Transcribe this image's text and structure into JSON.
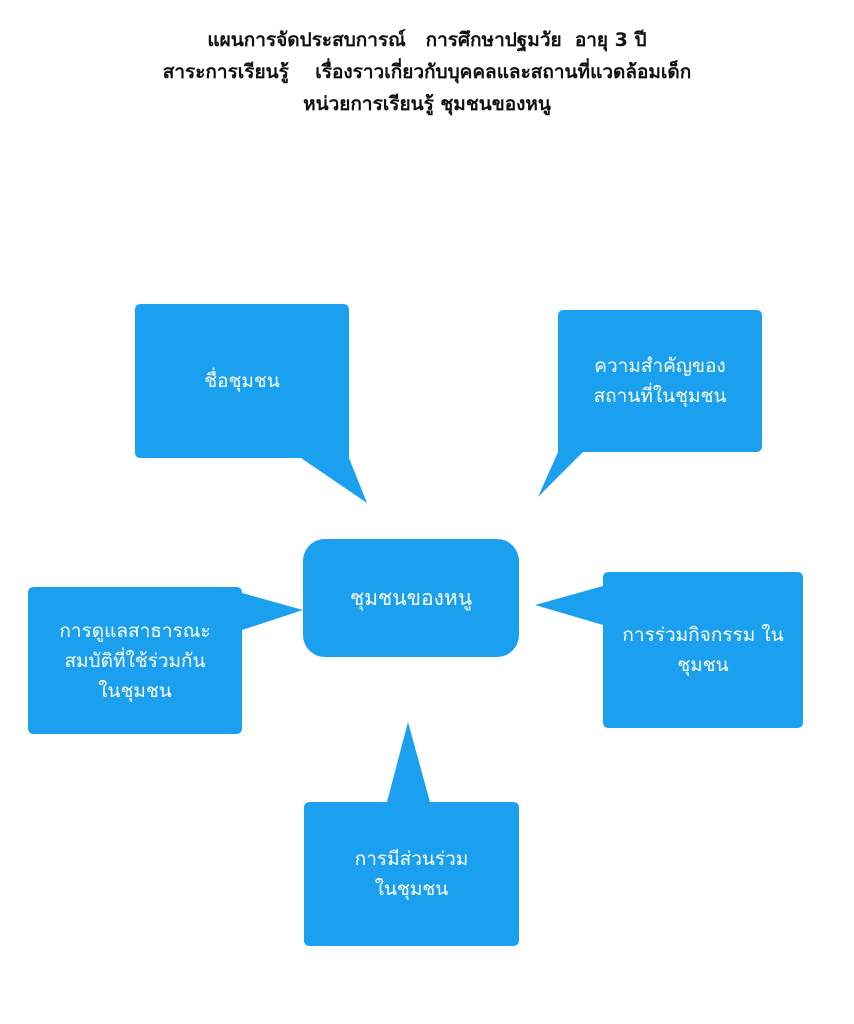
{
  "header": {
    "line1": "แผนการจัดประสบการณ์   การศึกษาปฐมวัย  อายุ 3 ปี",
    "line2": "สาระการเรียนรู้    เรื่องราวเกี่ยวกับบุคคลและสถานที่แวดล้อมเด็ก",
    "line3": "หน่วยการเรียนรู้ ชุมชนของหนู"
  },
  "diagram": {
    "center": "ชุมชนของหนู",
    "nodes": {
      "top_left": "ชื่อชุมชน",
      "top_right": "ความสำคัญของ\nสถานที่ในชุมชน",
      "left": "การดูแลสาธารณะ\nสมบัติที่ใช้ร่วมกัน\nในชุมชน",
      "right": "การร่วมกิจกรรม ใน\nชุมชน",
      "bottom": "การมีส่วนร่วม\nในชุมชน"
    }
  },
  "colors": {
    "bubble_fill": "#1aa0ee",
    "text": "#ffffff",
    "header_text": "#111111"
  }
}
